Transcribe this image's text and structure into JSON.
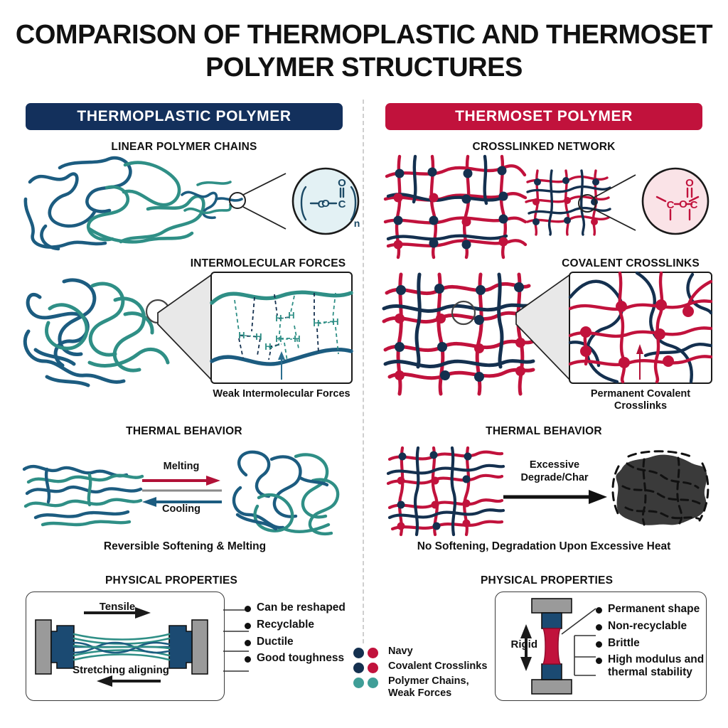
{
  "title": "COMPARISON OF THERMOPLASTIC AND THERMOSET POLYMER STRUCTURES",
  "colors": {
    "navy_banner": "#13305c",
    "crimson_banner": "#c1123c",
    "navy_chain": "#1c5c80",
    "teal_chain": "#2f8f86",
    "crimson": "#c1123c",
    "dark_navy_node": "#14304f",
    "grey_metal": "#9a9a9a",
    "char": "#3a3a3a",
    "panel_fill": "#e8e8e8",
    "divider": "#cfcfcf"
  },
  "left": {
    "banner": "THERMOPLASTIC POLYMER",
    "structure_heading": "LINEAR POLYMER CHAINS",
    "magnifier": {
      "fill": "#e3f1f4",
      "atoms": [
        "C",
        "O",
        "C"
      ],
      "carbonyl_oxygen": "O",
      "subscript": "n"
    },
    "zoom_heading": "INTERMOLECULAR FORCES",
    "zoom_caption": "Weak Intermolecular Forces",
    "hbond_label": "H",
    "thermal_heading": "THERMAL BEHAVIOR",
    "arrow_forward": "Melting",
    "arrow_back": "Cooling",
    "thermal_caption": "Reversible Softening & Melting",
    "properties_heading": "PHYSICAL PROPERTIES",
    "tensile_label": "Tensile",
    "stretch_label": "Stretching aligning",
    "properties": [
      "Can be reshaped",
      "Recyclable",
      "Ductile",
      "Good toughness"
    ]
  },
  "right": {
    "banner": "THERMOSET POLYMER",
    "structure_heading": "CROSSLINKED NETWORK",
    "magnifier": {
      "fill": "#fae3e7",
      "atoms": [
        "C",
        "O",
        "C"
      ],
      "carbonyl_oxygen": "O"
    },
    "zoom_heading": "COVALENT CROSSLINKS",
    "zoom_caption": "Permanent Covalent Crosslinks",
    "thermal_heading": "THERMAL BEHAVIOR",
    "arrow_label_line1": "Excessive",
    "arrow_label_line2": "Degrade/Char",
    "thermal_caption": "No Softening, Degradation Upon Excessive Heat",
    "properties_heading": "PHYSICAL PROPERTIES",
    "rigid_label": "Rigid",
    "properties": [
      "Permanent shape",
      "Non-recyclable",
      "Brittle",
      "High modulus and thermal stability"
    ]
  },
  "legend": [
    {
      "swatches": [
        "#14304f",
        "#c1123c"
      ],
      "label": "Navy"
    },
    {
      "swatches": [
        "#14304f",
        "#c1123c"
      ],
      "label": "Covalent Crosslinks"
    },
    {
      "swatches": [
        "#3f9e97",
        "#3f9e97"
      ],
      "label": "Polymer Chains, Weak Forces"
    }
  ]
}
